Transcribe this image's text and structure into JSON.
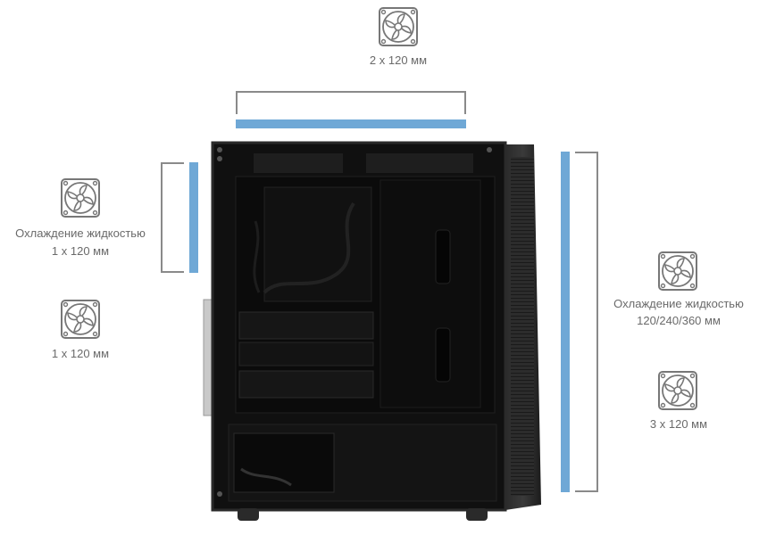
{
  "colors": {
    "accent_bar": "#6fa8d6",
    "bracket": "#8a8a8a",
    "label": "#6a6a6a",
    "case_body": "#0f0f0f"
  },
  "icons": {
    "fan": "fan-icon"
  },
  "top": {
    "label": "2 x 120 мм"
  },
  "left": {
    "liquid_label_line1": "Охлаждение жидкостью",
    "liquid_label_line2": "1 x 120 мм",
    "fan_label": "1 x 120 мм"
  },
  "right": {
    "liquid_label_line1": "Охлаждение жидкостью",
    "liquid_label_line2": "120/240/360 мм",
    "fan_label": "3 x 120 мм"
  }
}
